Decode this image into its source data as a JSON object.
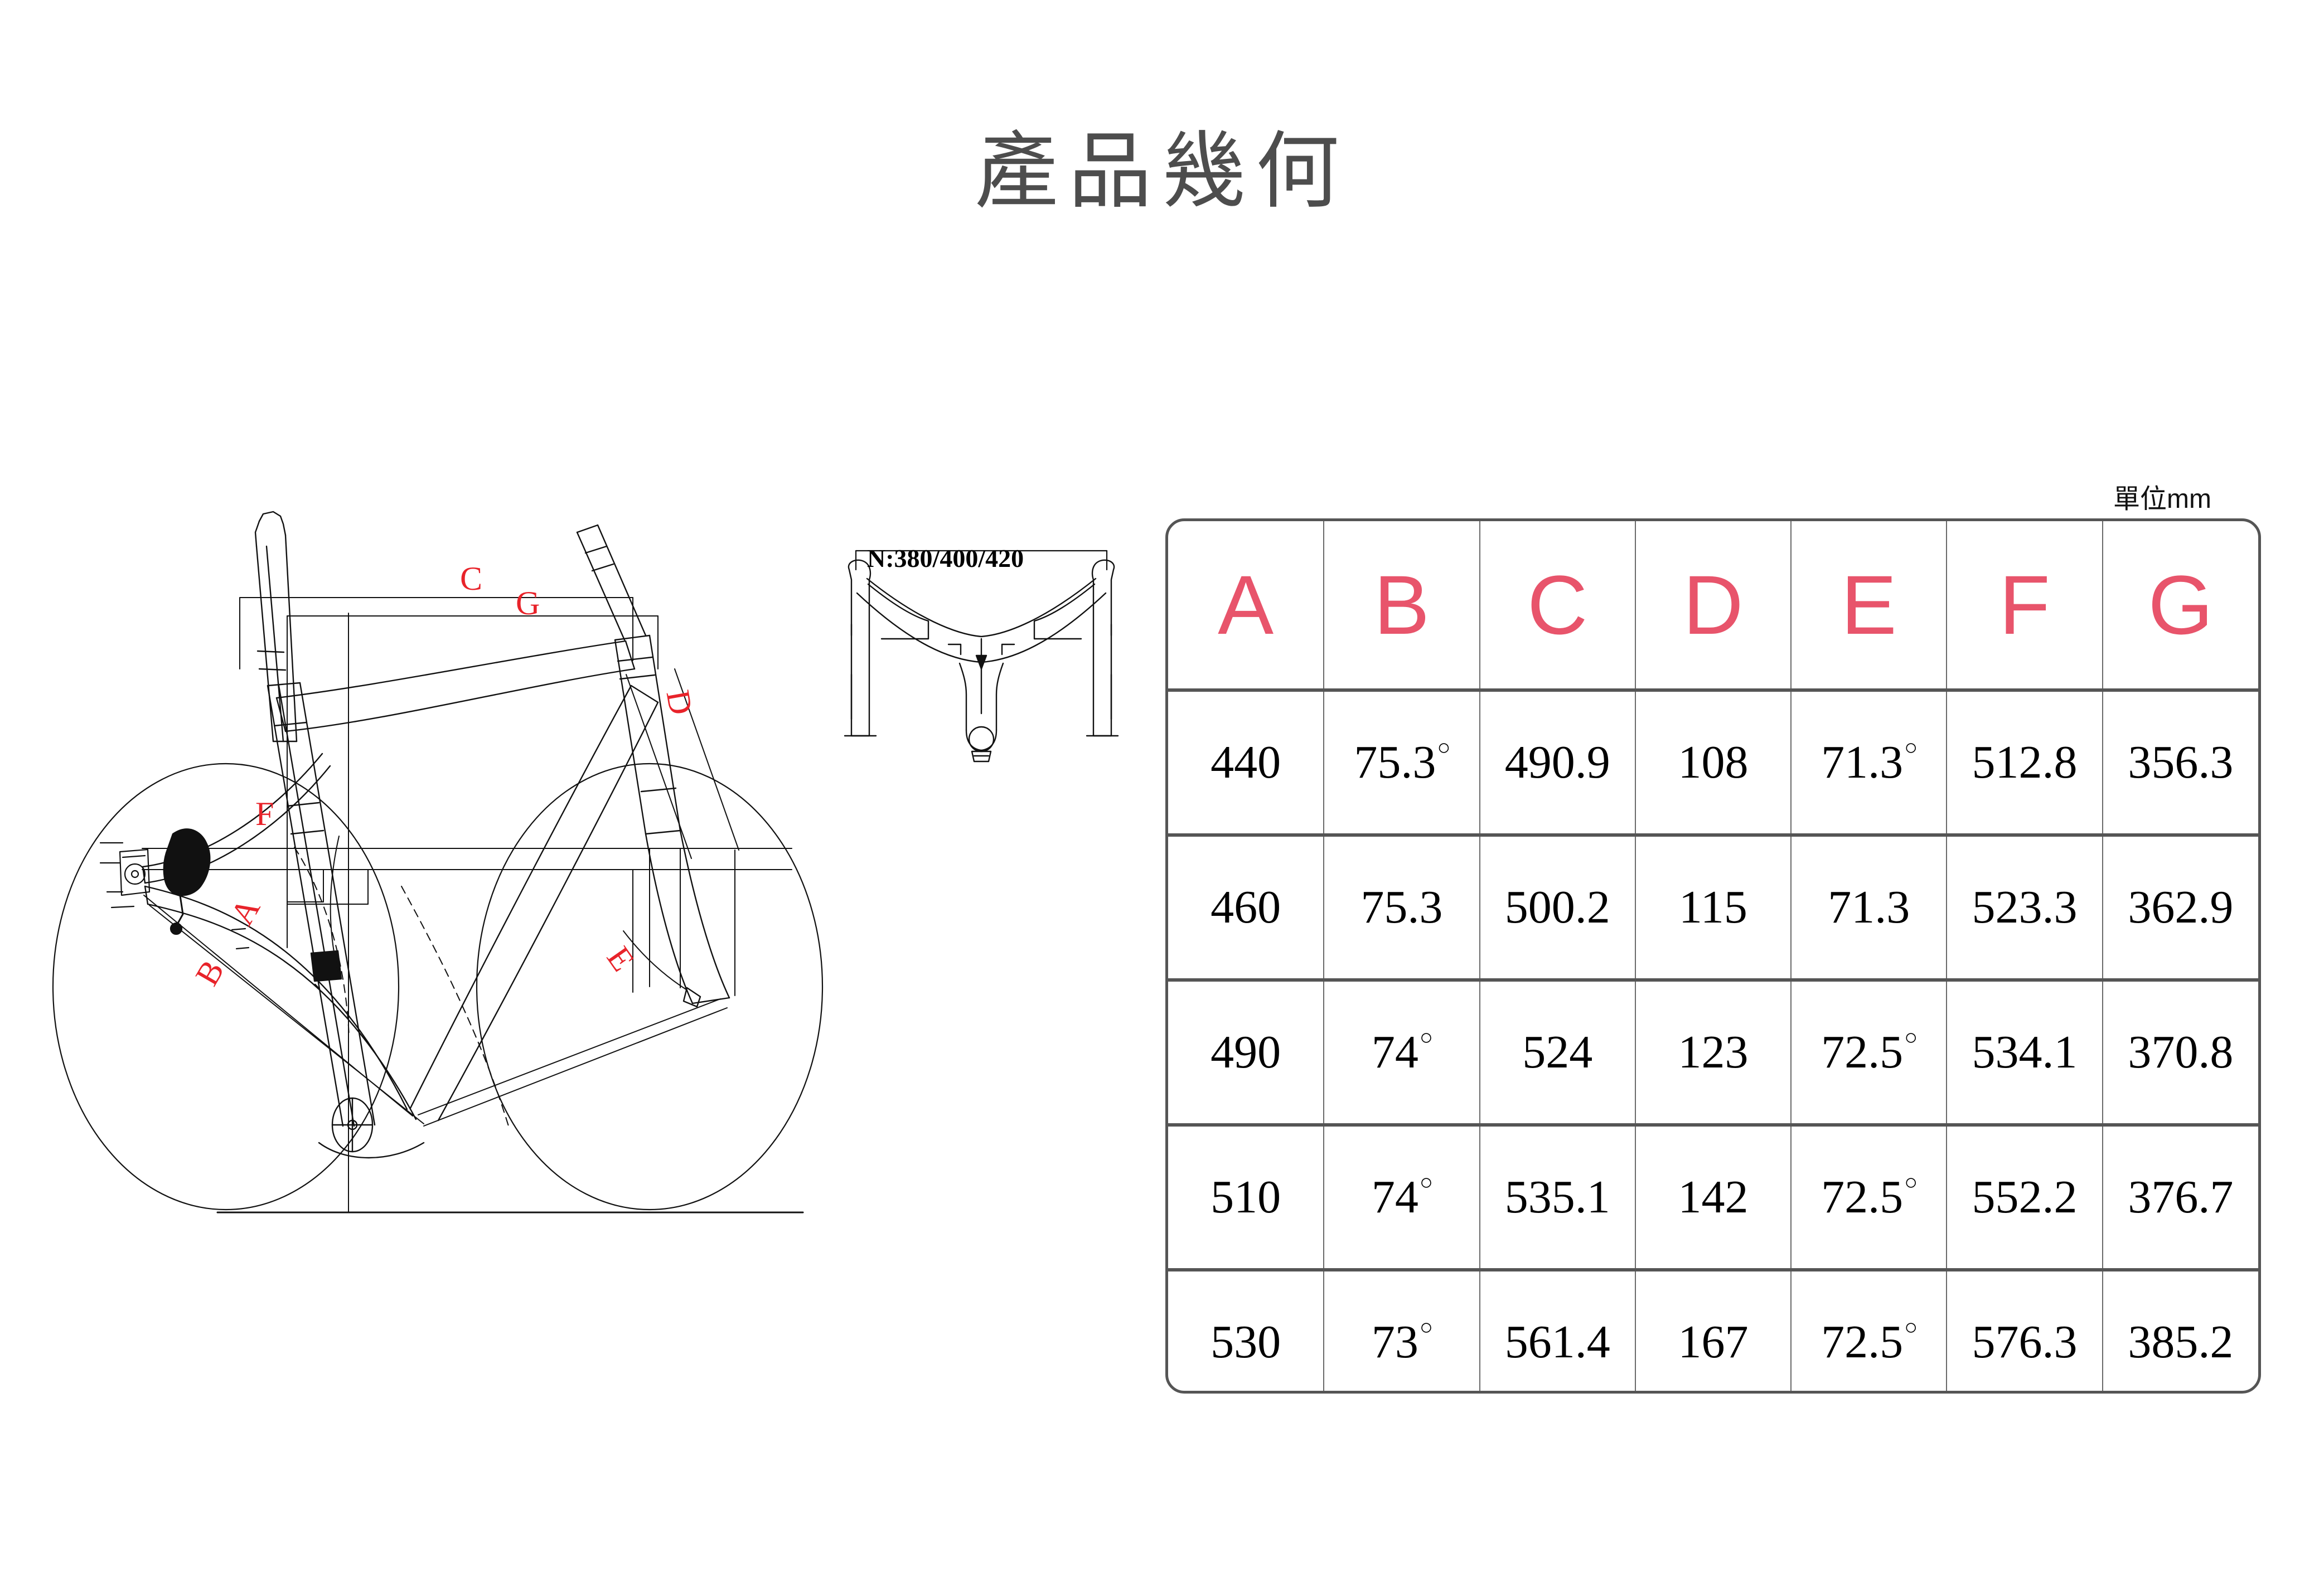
{
  "title": "產品幾何",
  "units_label": "單位mm",
  "drawing": {
    "handlebar_callout": "N:380/400/420",
    "dimension_letters": [
      {
        "id": "C",
        "label": "C"
      },
      {
        "id": "G",
        "label": "G"
      },
      {
        "id": "F",
        "label": "F"
      },
      {
        "id": "A",
        "label": "A"
      },
      {
        "id": "B",
        "label": "B"
      },
      {
        "id": "D",
        "label": "D"
      },
      {
        "id": "E",
        "label": "E"
      }
    ]
  },
  "chart_data": {
    "type": "table",
    "title": "產品幾何",
    "columns": [
      "A",
      "B",
      "C",
      "D",
      "E",
      "F",
      "G"
    ],
    "units": "mm",
    "rows": [
      {
        "A": "440",
        "B": "75.3",
        "B_deg": true,
        "C": "490.9",
        "D": "108",
        "E": "71.3",
        "E_deg": true,
        "F": "512.8",
        "G": "356.3"
      },
      {
        "A": "460",
        "B": "75.3",
        "B_deg": false,
        "C": "500.2",
        "D": "115",
        "E": "71.3",
        "E_deg": false,
        "F": "523.3",
        "G": "362.9"
      },
      {
        "A": "490",
        "B": "74",
        "B_deg": true,
        "C": "524",
        "D": "123",
        "E": "72.5",
        "E_deg": true,
        "F": "534.1",
        "G": "370.8"
      },
      {
        "A": "510",
        "B": "74",
        "B_deg": true,
        "C": "535.1",
        "D": "142",
        "E": "72.5",
        "E_deg": true,
        "F": "552.2",
        "G": "376.7"
      },
      {
        "A": "530",
        "B": "73",
        "B_deg": true,
        "C": "561.4",
        "D": "167",
        "E": "72.5",
        "E_deg": true,
        "F": "576.3",
        "G": "385.2"
      }
    ]
  },
  "colors": {
    "header_accent": "#e8546b",
    "letter_accent": "#e8232a",
    "title_gray": "#4d4d4d",
    "table_border": "#555555"
  }
}
